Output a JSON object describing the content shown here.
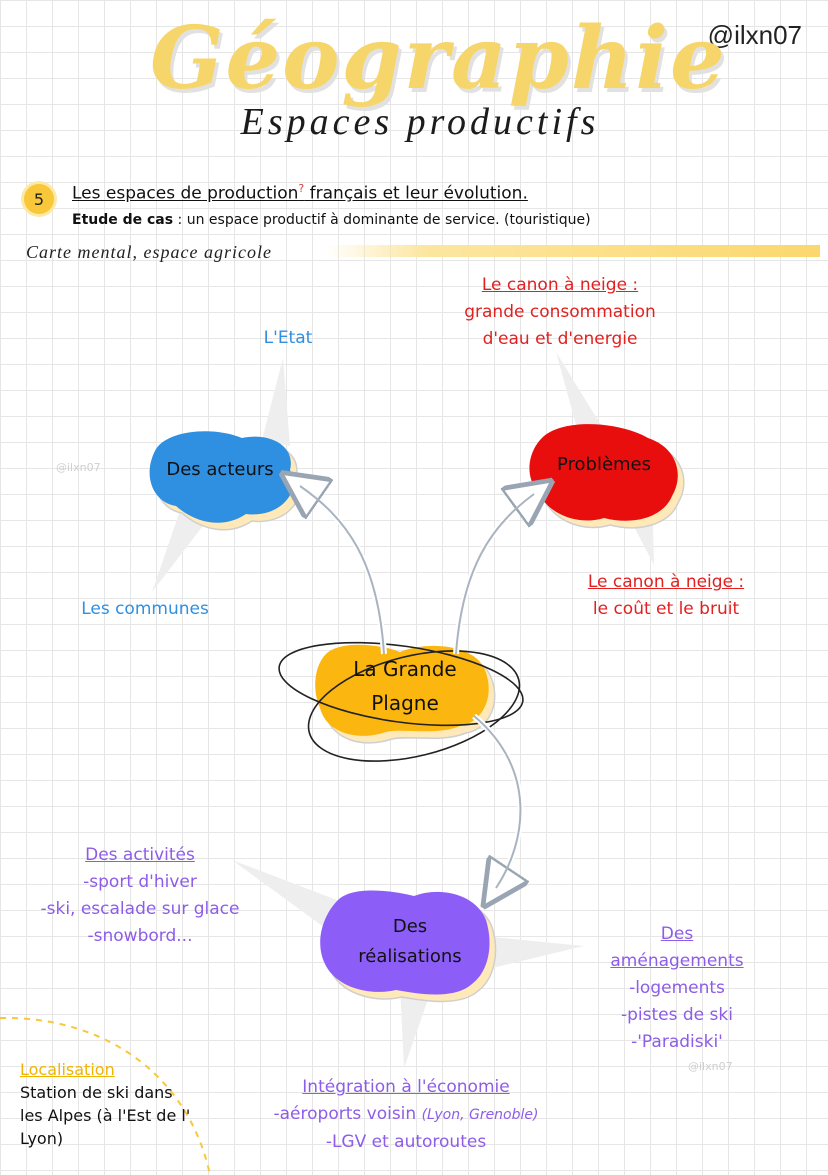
{
  "header": {
    "handle": "@ilxn07",
    "title": "Géographie",
    "subtitle": "Espaces productifs"
  },
  "section": {
    "number": "5",
    "heading": "Les espaces de production",
    "heading_mark": "?",
    "heading_rest": " français et leur évolution.",
    "case_label": "Etude de cas",
    "case_text": " : un espace productif à dominante de service. (touristique)",
    "mindmap_label": "Carte mental, espace agricole"
  },
  "watermarks": [
    "@ilxn07",
    "@ilxn07"
  ],
  "nodes": {
    "center": {
      "line1": "La Grande",
      "line2": "Plagne"
    },
    "acteurs": "Des acteurs",
    "problemes": "Problèmes",
    "realisations": {
      "line1": "Des",
      "line2": "réalisations"
    }
  },
  "labels": {
    "etat": "L'Etat",
    "communes": "Les communes",
    "canon1": {
      "title": "Le canon à neige :",
      "line1": "grande consommation",
      "line2": "d'eau et d'energie"
    },
    "canon2": {
      "title": "Le canon à neige :",
      "line1": "le coût et le bruit"
    },
    "activites": {
      "title": "Des activités",
      "items": [
        "-sport d'hiver",
        "-ski, escalade sur glace",
        "-snowbord..."
      ]
    },
    "amenagements": {
      "title": "Des aménagements",
      "items": [
        "-logements",
        "-pistes de ski",
        "-'Paradiski'"
      ]
    },
    "integration": {
      "title": "Intégration à l'économie",
      "line1_a": "-aéroports voisin ",
      "line1_b": "(Lyon, Grenoble)",
      "line2": "-LGV et autoroutes"
    }
  },
  "localisation": {
    "title": "Localisation",
    "lines": [
      "Station de ski dans",
      "les Alpes (à l'Est de l'",
      "Lyon)"
    ]
  },
  "colors": {
    "yellow": "#f8c73a",
    "blue": "#2f8fe0",
    "red": "#e32020",
    "purple": "#8d5ce8"
  }
}
